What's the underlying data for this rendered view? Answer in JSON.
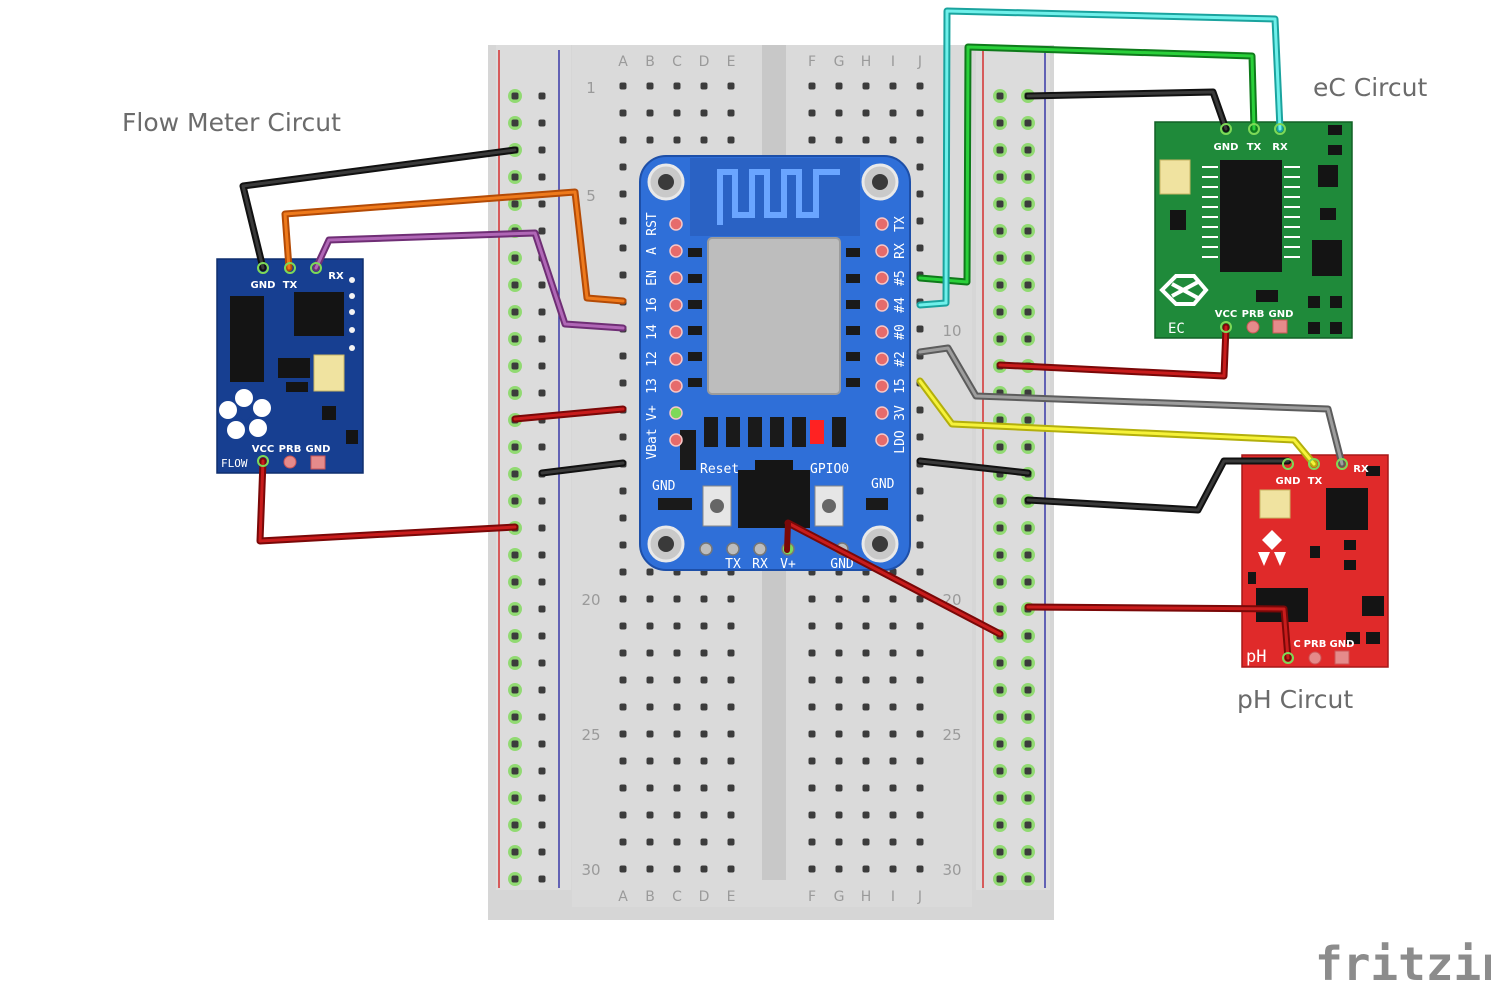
{
  "breadboard": {
    "letters_left": [
      "A",
      "B",
      "C",
      "D",
      "E"
    ],
    "letters_right": [
      "F",
      "G",
      "H",
      "I",
      "J"
    ],
    "row_numbers": [
      "1",
      "5",
      "10",
      "20",
      "25",
      "30"
    ]
  },
  "mcu": {
    "left_pins": [
      "RST",
      "A",
      "EN",
      "16",
      "14",
      "12",
      "13",
      "V+",
      "VBat"
    ],
    "right_pins": [
      "TX",
      "RX",
      "#5",
      "#4",
      "#0",
      "#2",
      "15",
      "3V",
      "LDO"
    ],
    "bottom_left_label": "GND",
    "reset_label": "Reset",
    "gpio0_label": "GPIO0",
    "right_gnd_label": "GND",
    "bottom_pins": [
      "TX",
      "RX",
      "V+",
      "GND"
    ]
  },
  "flow_board": {
    "caption": "Flow Meter Circut",
    "top_pins": [
      "GND",
      "TX",
      "RX"
    ],
    "bottom_pins": [
      "VCC",
      "PRB",
      "GND"
    ],
    "name": "FLOW"
  },
  "ec_board": {
    "caption": "eC Circut",
    "top_pins": [
      "GND",
      "TX",
      "RX"
    ],
    "bottom_pins": [
      "VCC",
      "PRB",
      "GND"
    ],
    "name": "EC"
  },
  "ph_board": {
    "caption": "pH Circut",
    "top_pins": [
      "GND",
      "TX",
      "RX"
    ],
    "bottom_pins": [
      "C",
      "PRB",
      "GND"
    ],
    "name": "pH"
  },
  "brand": {
    "logo": "fritzing"
  },
  "colors": {
    "wire_black": "#222222",
    "wire_red": "#b01010",
    "wire_orange": "#e0660c",
    "wire_purple": "#9b4fa0",
    "wire_green": "#1fb32a",
    "wire_cyan": "#3fd6d0",
    "wire_gray": "#8a8a8a",
    "wire_yellow": "#f2ee22",
    "mcu_blue": "#2f6fd8",
    "flow_blue": "#173f91",
    "ec_green": "#1f8a3a",
    "ph_red": "#e02a2a"
  }
}
